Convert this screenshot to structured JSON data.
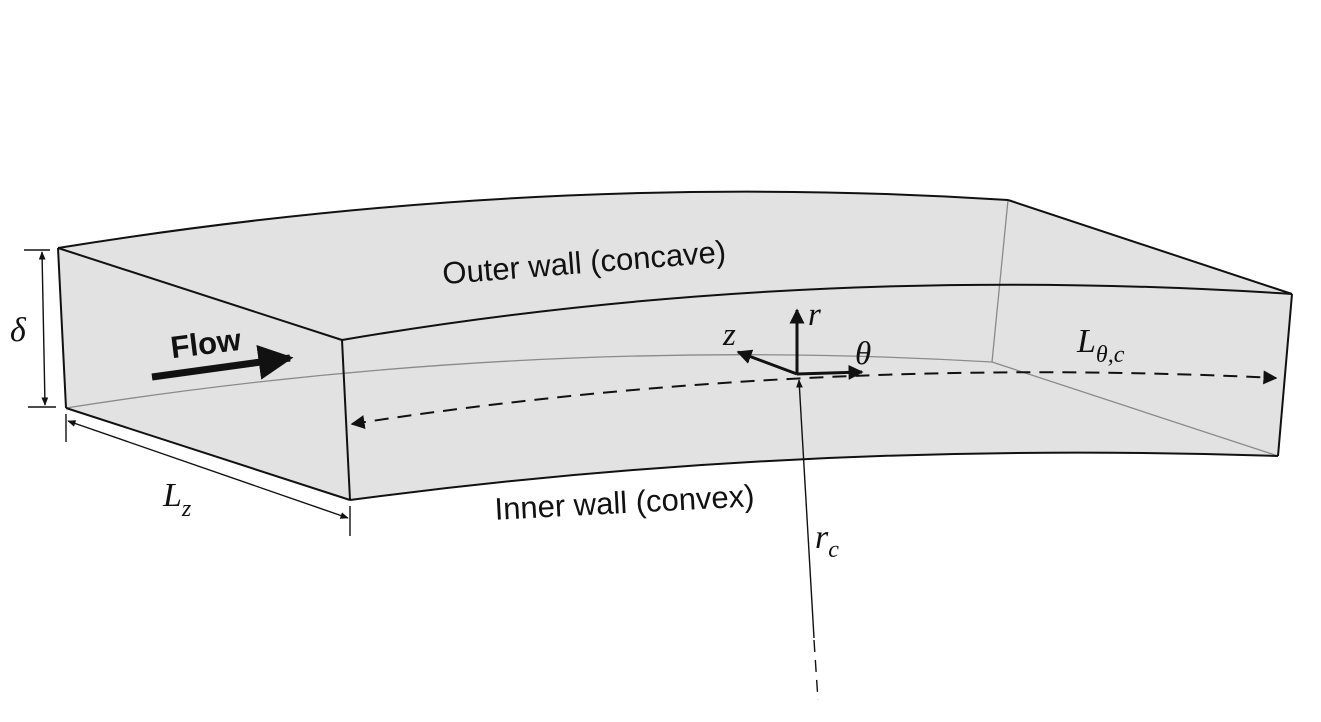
{
  "labels": {
    "outer_wall": "Outer wall (concave)",
    "inner_wall": "Inner wall (convex)",
    "flow": "Flow",
    "height_symbol": "δ",
    "span_symbol": "L",
    "span_subscript": "z",
    "length_symbol": "L",
    "length_subscript": "θ,c",
    "axis_r": "r",
    "axis_z": "z",
    "axis_theta": "θ",
    "radius_symbol": "r",
    "radius_subscript": "c"
  },
  "colors": {
    "fill": "#e2e2e2",
    "edge": "#111111",
    "hidden_edge": "#8a8a8a"
  }
}
